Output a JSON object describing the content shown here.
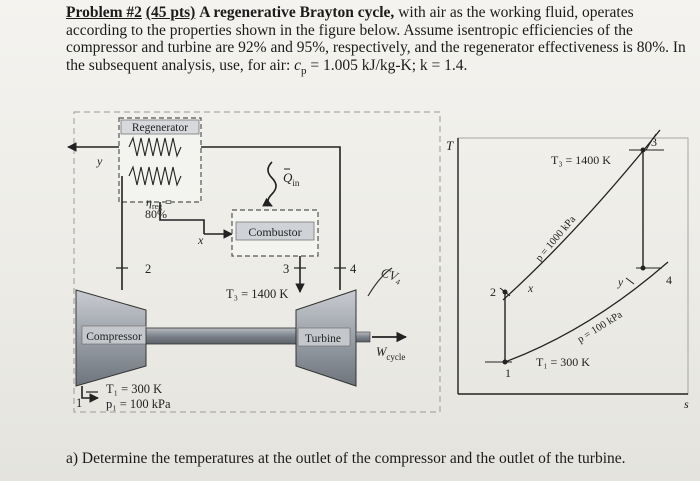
{
  "problem": {
    "lead": "Problem #2",
    "points": "(45 pts)",
    "title": "A regenerative Brayton cycle,",
    "line1_rest": " with air as the working fluid, operates according to the properties shown in the figure below. Assume isentropic efficiencies of the compressor and turbine are 92% and 95%, respectively, and the regenerator effectiveness is 80%. In the subsequent analysis, use, for air: ",
    "cp_text": "c",
    "cp_sub": "p",
    "cp_value": " = 1.005 kJ/kg-K; k = 1.4."
  },
  "schematic": {
    "regenerator_label": "Regenerator",
    "eta_symbol": "η",
    "eta_sub": "reg",
    "eta_eq": " =",
    "eta_value": "80%",
    "y_label": "y",
    "x_label": "x",
    "state_1": "1",
    "state_2": "2",
    "state_3": "3",
    "state_4": "4",
    "combustor_label": "Combustor",
    "q_in_symbol": "Q",
    "q_in_sub": "in",
    "t3_label": "T₃ = 1400 K",
    "compressor_label": "Compressor",
    "turbine_label": "Turbine",
    "w_cycle_symbol": "W",
    "w_cycle_sub": "cycle",
    "t1_label": "T₁ = 300 K",
    "p1_label": "p₁ = 100 kPa",
    "handwriting": "CV₄"
  },
  "ts_diagram": {
    "axis_t": "T",
    "axis_s": "s",
    "t3_label": "T₃ = 1400 K",
    "p_high": "p = 1000 kPa",
    "p_low": "p = 100 kPa",
    "t1_label": "T₁ = 300 K",
    "pt_1": "1",
    "pt_2": "2",
    "pt_3": "3",
    "pt_4": "4",
    "pt_x": "x",
    "pt_y": "y"
  },
  "question": {
    "label": "a)",
    "text": "Determine the temperatures at the outlet of the compressor and the outlet of the turbine."
  }
}
